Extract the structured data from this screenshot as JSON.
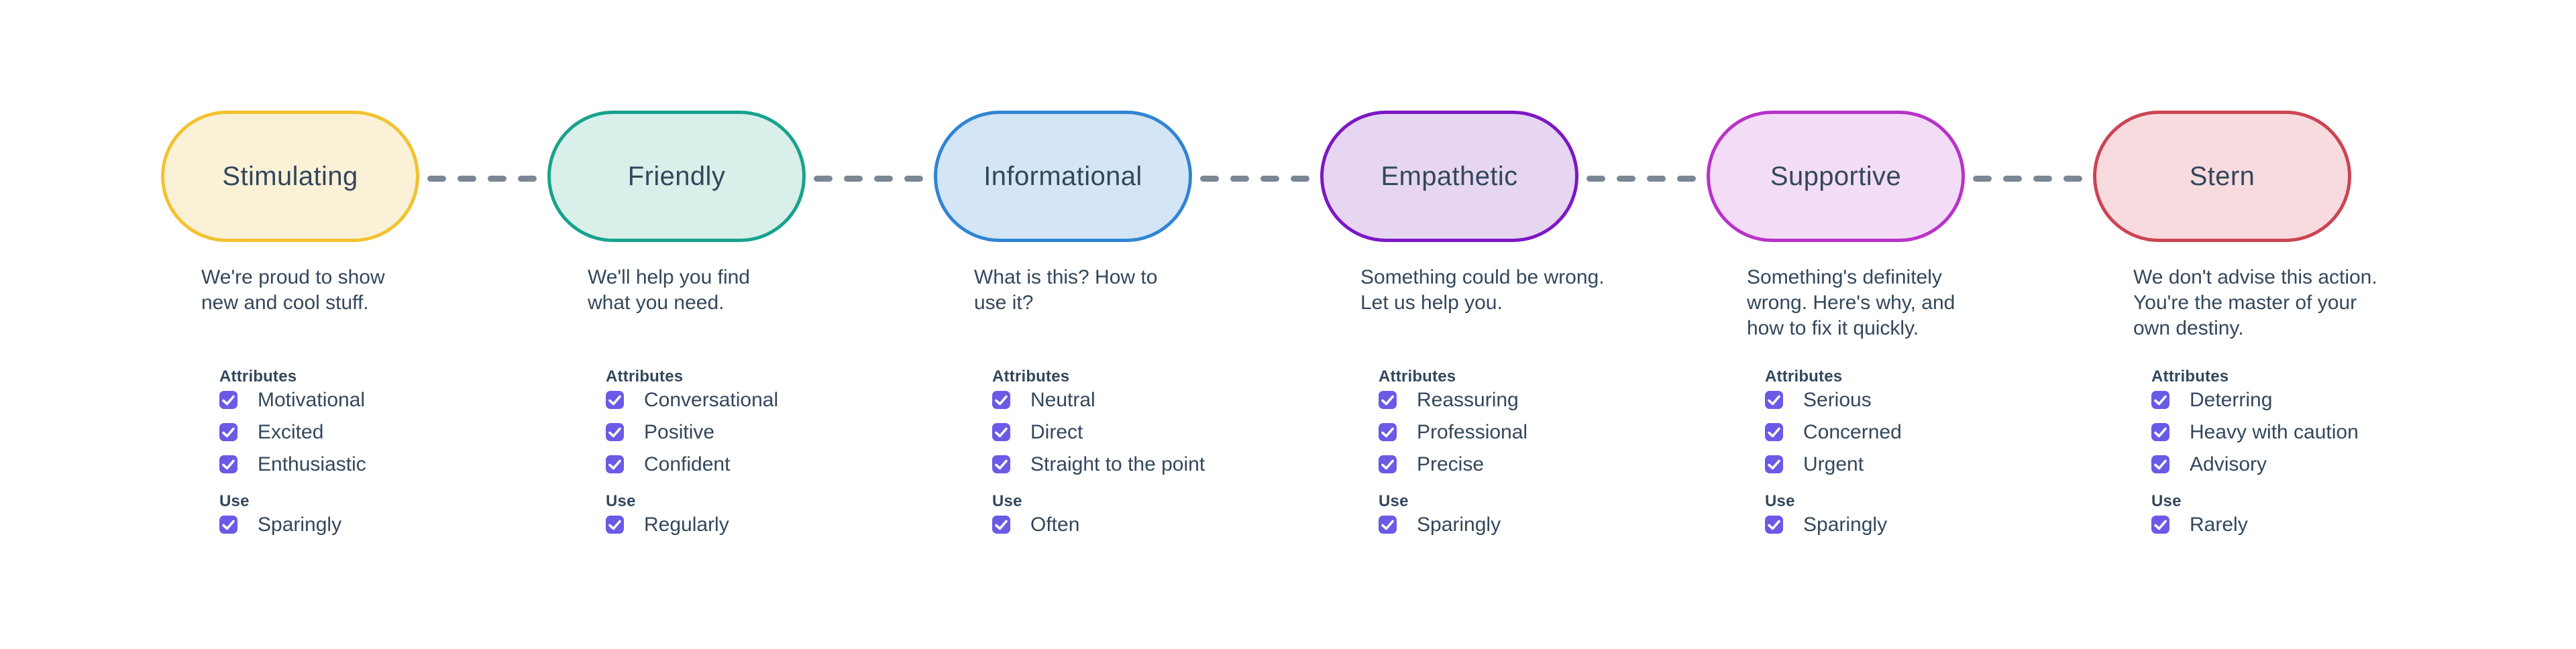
{
  "page": {
    "background": "#ffffff",
    "text_color": "#33475B"
  },
  "connector": {
    "color": "#7B8794",
    "style": "dashed",
    "dash_count_per_gap": 4
  },
  "checkbox": {
    "fill_color": "#6A5AE6",
    "check_color": "#ffffff",
    "state": "checked",
    "icon": "checkmark-icon"
  },
  "columns": [
    {
      "title": "Stimulating",
      "border_color": "#F2C230",
      "fill_color": "#FAF1D7",
      "desc_lines": [
        "We're proud to show",
        "new and cool stuff."
      ],
      "attributes_label": "Attributes",
      "attributes": [
        "Motivational",
        "Excited",
        "Enthusiastic"
      ],
      "use_label": "Use",
      "use": [
        "Sparingly"
      ]
    },
    {
      "title": "Friendly",
      "border_color": "#18A28C",
      "fill_color": "#D8EFEA",
      "desc_lines": [
        "We'll help you find",
        "what you need."
      ],
      "attributes_label": "Attributes",
      "attributes": [
        "Conversational",
        "Positive",
        "Confident"
      ],
      "use_label": "Use",
      "use": [
        "Regularly"
      ]
    },
    {
      "title": "Informational",
      "border_color": "#3184D4",
      "fill_color": "#D4E5F5",
      "desc_lines": [
        "What is this? How to",
        "use it?"
      ],
      "attributes_label": "Attributes",
      "attributes": [
        "Neutral",
        "Direct",
        "Straight to the point"
      ],
      "use_label": "Use",
      "use": [
        "Often"
      ]
    },
    {
      "title": "Empathetic",
      "border_color": "#7D18C4",
      "fill_color": "#E6D6F2",
      "desc_lines": [
        "Something could be wrong.",
        "Let us help you."
      ],
      "attributes_label": "Attributes",
      "attributes": [
        "Reassuring",
        "Professional",
        "Precise"
      ],
      "use_label": "Use",
      "use": [
        "Sparingly"
      ]
    },
    {
      "title": "Supportive",
      "border_color": "#B832C8",
      "fill_color": "#F3DCF6",
      "desc_lines": [
        "Something's definitely",
        "wrong. Here's why, and",
        "how to fix it quickly."
      ],
      "attributes_label": "Attributes",
      "attributes": [
        "Serious",
        "Concerned",
        "Urgent"
      ],
      "use_label": "Use",
      "use": [
        "Sparingly"
      ]
    },
    {
      "title": "Stern",
      "border_color": "#CB4554",
      "fill_color": "#F8DBDE",
      "desc_lines": [
        "We don't advise this action.",
        "You're the master of your",
        "own destiny."
      ],
      "attributes_label": "Attributes",
      "attributes": [
        "Deterring",
        "Heavy with caution",
        "Advisory"
      ],
      "use_label": "Use",
      "use": [
        "Rarely"
      ]
    }
  ]
}
